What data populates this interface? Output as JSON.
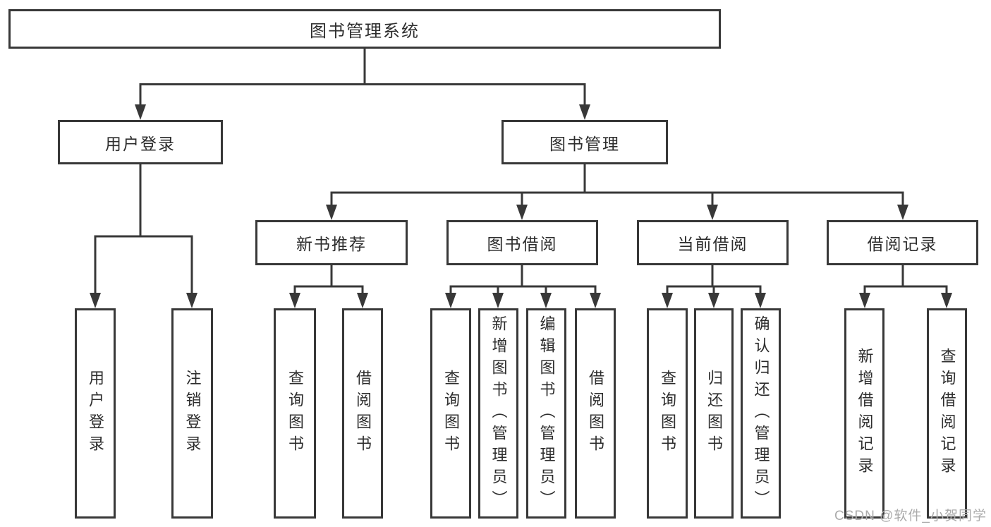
{
  "diagram_type": "hierarchy-tree",
  "colors": {
    "line": "#383838",
    "text": "#2D2D2D",
    "background": "#FFFFFF",
    "watermark": "#ABABAB"
  },
  "watermark": "CSDN @软件_小贺同学",
  "tree": {
    "root": {
      "label": "图书管理系统"
    },
    "branches": [
      {
        "label": "用户登录",
        "children": [
          {
            "label": "用户登录"
          },
          {
            "label": "注销登录"
          }
        ]
      },
      {
        "label": "图书管理",
        "children": [
          {
            "label": "新书推荐",
            "children": [
              {
                "label": "查询图书"
              },
              {
                "label": "借阅图书"
              }
            ]
          },
          {
            "label": "图书借阅",
            "children": [
              {
                "label": "查询图书"
              },
              {
                "label": "新增图书（管理员）"
              },
              {
                "label": "编辑图书（管理员）"
              },
              {
                "label": "借阅图书"
              }
            ]
          },
          {
            "label": "当前借阅",
            "children": [
              {
                "label": "查询图书"
              },
              {
                "label": "归还图书"
              },
              {
                "label": "确认归还（管理员）"
              }
            ]
          },
          {
            "label": "借阅记录",
            "children": [
              {
                "label": "新增借阅记录"
              },
              {
                "label": "查询借阅记录"
              }
            ]
          }
        ]
      }
    ]
  }
}
